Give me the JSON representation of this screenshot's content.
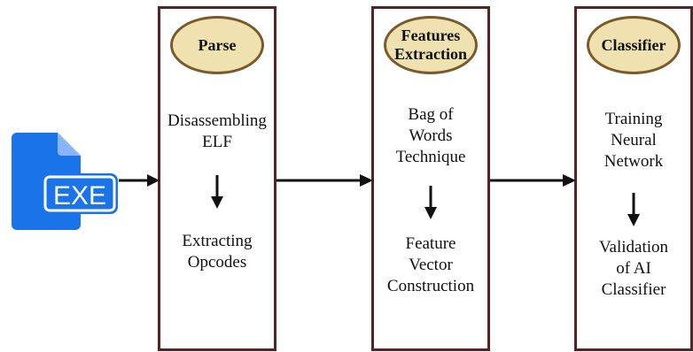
{
  "colors": {
    "box_border": "#5a2323",
    "oval_fill": "#efe1b0",
    "oval_border": "#7a5a2a",
    "icon_blue": "#1a73e8",
    "arrow": "#111111"
  },
  "input_file": {
    "icon": "exe-file-icon",
    "label": "EXE"
  },
  "stages": [
    {
      "title": "Parse",
      "step1": "Disassembling\nELF",
      "step2": "Extracting\nOpcodes"
    },
    {
      "title": "Features\nExtraction",
      "step1": "Bag of\nWords\nTechnique",
      "step2": "Feature\nVector\nConstruction"
    },
    {
      "title": "Classifier",
      "step1": "Training\nNeural\nNetwork",
      "step2": "Validation\nof AI\nClassifier"
    }
  ]
}
